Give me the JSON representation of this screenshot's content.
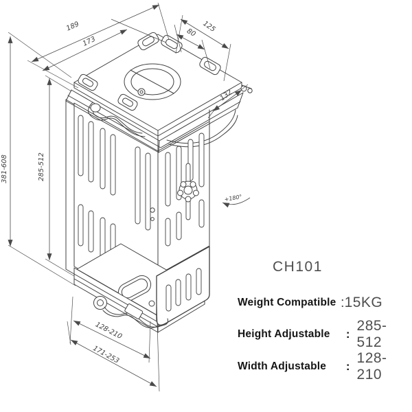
{
  "drawing": {
    "dims": {
      "top_width_outer": "189",
      "top_width_inner": "173",
      "top_depth_outer": "125",
      "top_depth_inner": "80",
      "bracket_depth": "132",
      "overall_height": "381-608",
      "inner_height": "285-512",
      "inner_width": "128-210",
      "outer_width": "171-253",
      "swivel": "+180°"
    }
  },
  "info": {
    "model": "CH101",
    "rows": [
      {
        "label": "Weight Compatible",
        "colon": ":",
        "value": "15KG"
      },
      {
        "label": "Height Adjustable",
        "colon": ":",
        "value": "285-512"
      },
      {
        "label": "Width Adjustable",
        "colon": ":",
        "value": "128-210"
      }
    ]
  },
  "colors": {
    "line": "#3f3f3f",
    "dimension": "#4a4a4a",
    "spec_label": "#151515",
    "spec_value": "#4f4f4f",
    "background": "#ffffff"
  }
}
